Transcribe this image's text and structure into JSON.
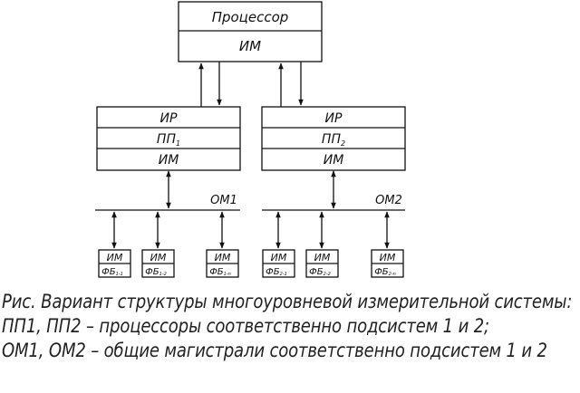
{
  "processor": {
    "title": "Процессор",
    "im": "ИМ"
  },
  "subsystems": [
    {
      "ir": "ИР",
      "pp": "ПП",
      "pp_sub": "1",
      "im": "ИМ",
      "bus": "ОМ1",
      "modules": [
        {
          "im": "ИМ",
          "fb": "ФБ",
          "fb_sub": "1-1"
        },
        {
          "im": "ИМ",
          "fb": "ФБ",
          "fb_sub": "1-2"
        },
        {
          "im": "ИМ",
          "fb": "ФБ",
          "fb_sub": "1-n"
        }
      ]
    },
    {
      "ir": "ИР",
      "pp": "ПП",
      "pp_sub": "2",
      "im": "ИМ",
      "bus": "ОМ2",
      "modules": [
        {
          "im": "ИМ",
          "fb": "ФБ",
          "fb_sub": "2-1"
        },
        {
          "im": "ИМ",
          "fb": "ФБ",
          "fb_sub": "2-2"
        },
        {
          "im": "ИМ",
          "fb": "ФБ",
          "fb_sub": "2-n"
        }
      ]
    }
  ],
  "caption": {
    "line1": "Рис. Вариант структуры многоуровневой измерительной системы:",
    "line2": "ПП1, ПП2 – процессоры соответственно подсистем 1 и 2;",
    "line3": "ОМ1, ОМ2 – общие магистрали соответственно подсистем 1 и 2"
  }
}
